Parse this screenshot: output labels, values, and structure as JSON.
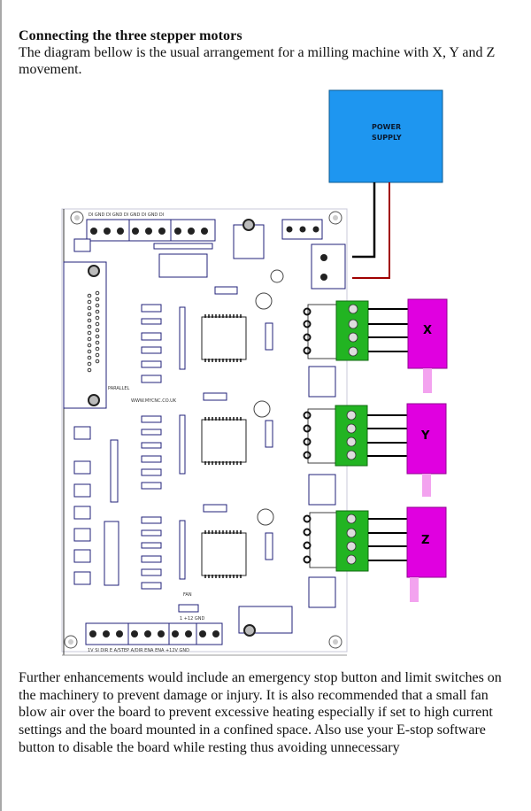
{
  "document": {
    "heading": "Connecting the three stepper motors",
    "intro": "The diagram bellow is the usual arrangement for a milling machine with X, Y and Z movement.",
    "paragraph": "Further enhancements would include an emergency stop button and limit switches on the machinery to prevent damage or injury. It is also recommended that a small fan blow air over the board to prevent excessive heating especially if set to high current settings and the board mounted in a confined space. Also use your E-stop software button to disable the board while resting thus avoiding unnecessary"
  },
  "diagram": {
    "power_supply": {
      "line1": "POWER",
      "line2": "SUPPLY"
    },
    "motors": [
      {
        "axis": "X"
      },
      {
        "axis": "Y"
      },
      {
        "axis": "Z"
      }
    ],
    "board_labels": {
      "parallel": "PARALLEL",
      "website": "WWW.MYCNC.CO.UK",
      "fan": "FAN",
      "fan_pins": "1 +12 GND",
      "bottom_terminals": "1V  SI  DIR  E A/STEP A/DIR ENA ENA +12V GND",
      "top_terminals": "DI GND DI GND DI GND DI GND DI"
    },
    "colors": {
      "power_supply": "#1e96f0",
      "motor": "#e000e0",
      "motor_shaft": "#f3a3ef",
      "terminal": "#22b422",
      "wire_black": "#000000",
      "wire_red": "#a00000",
      "board_outline": "#20207a"
    }
  }
}
